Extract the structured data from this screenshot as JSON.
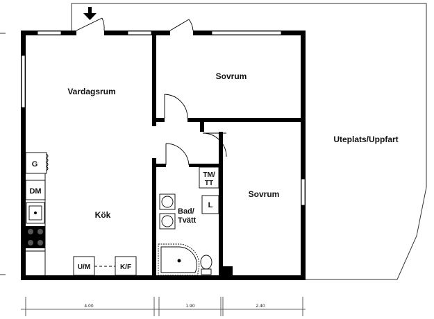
{
  "rooms": {
    "vardagsrum": "Vardagsrum",
    "sovrum_top": "Sovrum",
    "sovrum_right": "Sovrum",
    "kok": "Kök",
    "bad_line1": "Bad/",
    "bad_line2": "Tvätt",
    "uteplats": "Uteplats/Uppfart"
  },
  "fixtures": {
    "g": "G",
    "dm": "DM",
    "tm_line1": "TM/",
    "tm_line2": "TT",
    "l": "L",
    "um": "U/M",
    "kf": "K/F"
  },
  "dimensions": [
    "4.00",
    "1.90",
    "2.40"
  ]
}
